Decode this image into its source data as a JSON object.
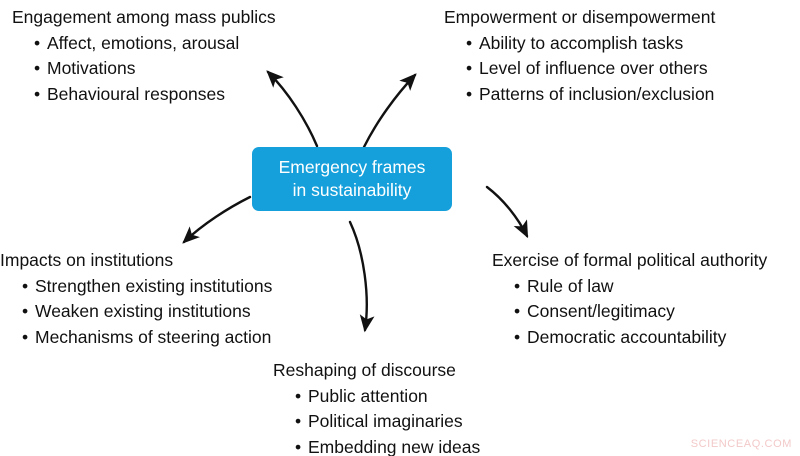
{
  "center": {
    "label": "Emergency frames\nin sustainability",
    "color": "#16a0db",
    "text_color": "#ffffff"
  },
  "bullet_glyph": "•",
  "clusters": [
    {
      "id": "engagement",
      "heading": "Engagement among mass publics",
      "items": [
        "Affect, emotions, arousal",
        "Motivations",
        "Behavioural responses"
      ]
    },
    {
      "id": "empowerment",
      "heading": "Empowerment or disempowerment",
      "items": [
        "Ability to accomplish tasks",
        "Level of influence over others",
        "Patterns of inclusion/exclusion"
      ]
    },
    {
      "id": "institutions",
      "heading": "Impacts on institutions",
      "items": [
        "Strengthen existing institutions",
        "Weaken existing institutions",
        "Mechanisms of steering action"
      ]
    },
    {
      "id": "authority",
      "heading": "Exercise of formal political authority",
      "items": [
        "Rule of law",
        "Consent/legitimacy",
        "Democratic accountability"
      ]
    },
    {
      "id": "discourse",
      "heading": "Reshaping of discourse",
      "items": [
        "Public attention",
        "Political imaginaries",
        "Embedding new ideas"
      ]
    }
  ],
  "watermark": "SCIENCEAQ.COM",
  "arrow_color": "#111111"
}
